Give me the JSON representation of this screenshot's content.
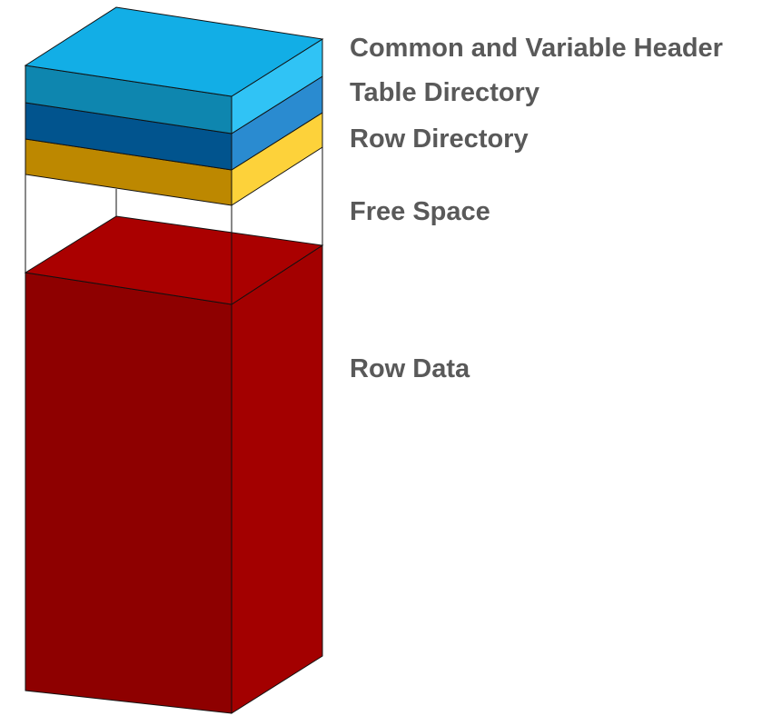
{
  "layers": [
    {
      "id": "common-and-variable-header",
      "label": "Common and Variable Header",
      "colors": {
        "top": "#12aee6",
        "front": "#0e86af",
        "side": "#30c3f5"
      }
    },
    {
      "id": "table-directory",
      "label": "Table Directory",
      "colors": {
        "front": "#01548e",
        "side": "#2a8bd0"
      }
    },
    {
      "id": "row-directory",
      "label": "Row Directory",
      "colors": {
        "front": "#bd8800",
        "side": "#fdd23a"
      }
    },
    {
      "id": "free-space",
      "label": "Free Space",
      "colors": {
        "front": "#ffffff",
        "side": "#ffffff"
      }
    },
    {
      "id": "row-data",
      "label": "Row Data",
      "colors": {
        "top": "#aa0000",
        "front": "#8e0000",
        "side": "#a30000"
      }
    }
  ],
  "edge_color": "#111111"
}
